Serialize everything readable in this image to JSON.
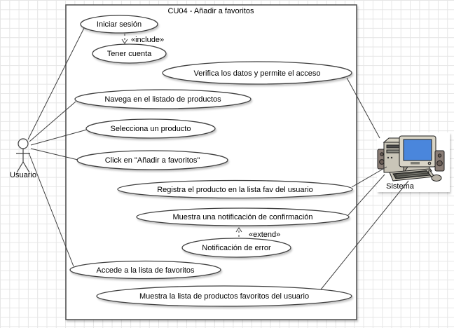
{
  "diagram": {
    "title": "CU04 - Añadir a favoritos",
    "type": "uml-use-case-diagram"
  },
  "actors": {
    "user": {
      "label": "Usuario"
    },
    "system": {
      "label": "Sistema"
    }
  },
  "stereotypes": {
    "include": "«include»",
    "extend": "«extend»"
  },
  "usecases": [
    {
      "id": "iniciar-sesion",
      "label": "Iniciar sesión"
    },
    {
      "id": "tener-cuenta",
      "label": "Tener cuenta"
    },
    {
      "id": "verifica-datos",
      "label": "Verifica los datos y permite el acceso"
    },
    {
      "id": "navega-listado",
      "label": "Navega en el listado de productos"
    },
    {
      "id": "selecciona-producto",
      "label": "Selecciona un producto"
    },
    {
      "id": "click-anadir",
      "label": "Click en \"Añadir a favoritos\""
    },
    {
      "id": "registra-producto",
      "label": "Registra el producto en la lista fav del usuario"
    },
    {
      "id": "muestra-confirmacion",
      "label": "Muestra una notificación de confirmación"
    },
    {
      "id": "notificacion-error",
      "label": "Notificación de error"
    },
    {
      "id": "accede-lista",
      "label": "Accede a la lista de favoritos"
    },
    {
      "id": "muestra-lista",
      "label": "Muestra la lista de productos favoritos del usuario"
    }
  ],
  "colors": {
    "grid": "#e6e6e6",
    "shape_stroke": "#3f3f3f",
    "boundary_stroke": "#4d4d4d",
    "screen_blue": "#4a86dc",
    "clipart_beige": "#c9c5b8",
    "clipart_dark": "#8a7d76"
  }
}
